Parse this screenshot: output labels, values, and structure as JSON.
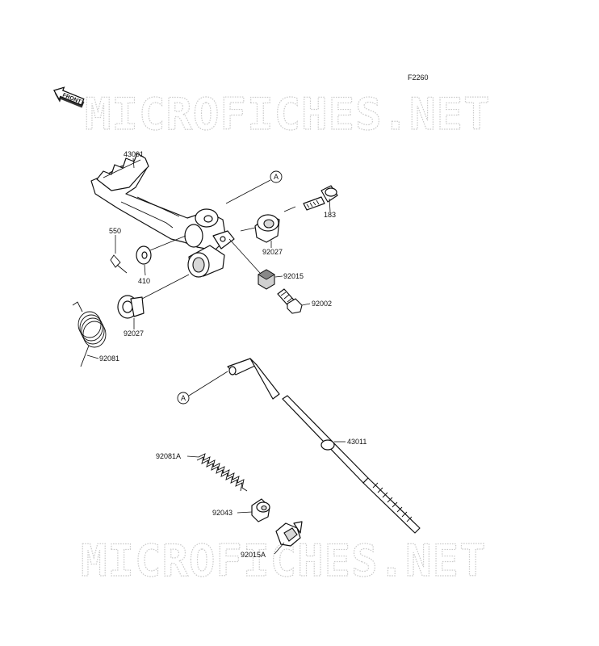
{
  "figure_code": "F2260",
  "front_label": "FRONT",
  "watermarks": [
    "MICROFICHES.NET",
    "MICROFICHES.NET"
  ],
  "callouts": {
    "ref_a_top": "A",
    "ref_a_bottom": "A",
    "p43001": "43001",
    "p183": "183",
    "p550": "550",
    "p410": "410",
    "p92027_upper": "92027",
    "p92015": "92015",
    "p92002": "92002",
    "p92027_lower": "92027",
    "p92081": "92081",
    "p43011": "43011",
    "p92081a": "92081A",
    "p92043": "92043",
    "p92015a": "92015A"
  }
}
